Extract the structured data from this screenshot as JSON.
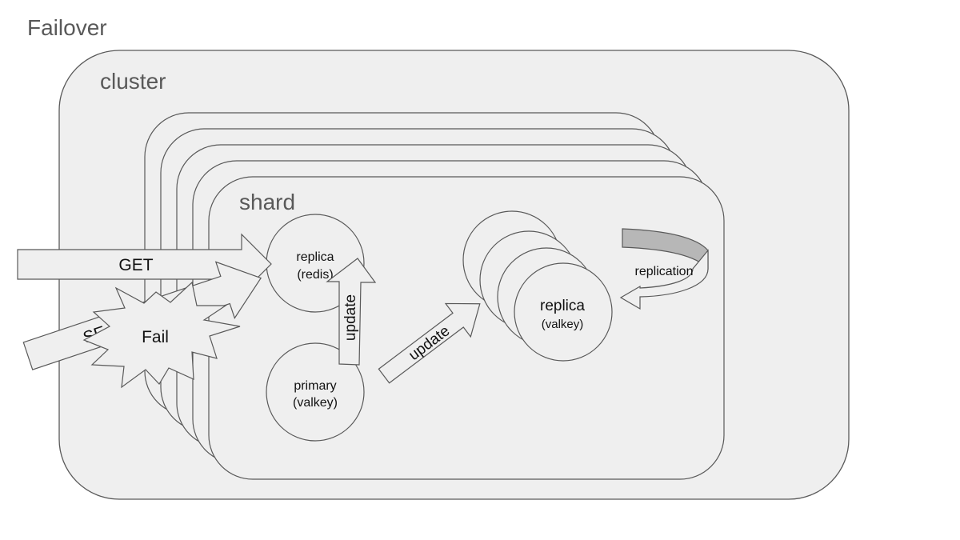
{
  "diagram": {
    "title": "Failover",
    "cluster_label": "cluster",
    "shard_label": "shard",
    "replica_redis": {
      "name": "replica",
      "engine": "(redis)"
    },
    "primary_valkey": {
      "name": "primary",
      "engine": "(valkey)"
    },
    "replica_valkey": {
      "name": "replica",
      "engine": "(valkey)"
    },
    "arrows": {
      "get": "GET",
      "set_fragment": "SE",
      "update_vertical": "update",
      "update_diagonal": "update",
      "replication": "replication"
    },
    "fail_burst": "Fail"
  },
  "colors": {
    "background": "#ffffff",
    "box_fill": "#efefef",
    "stroke": "#595959",
    "text_dark": "#111111",
    "text_gray": "#595959",
    "replication_band": "#b7b7b7"
  }
}
